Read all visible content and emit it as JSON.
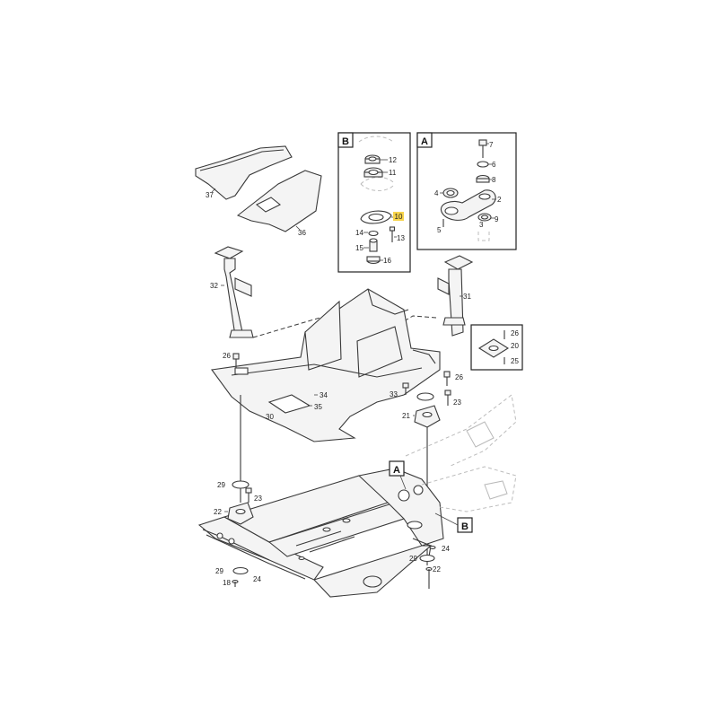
{
  "diagram": {
    "detail_tags": [
      "A",
      "B"
    ],
    "callouts": {
      "c37": "37",
      "c36": "36",
      "c12": "12",
      "c11": "11",
      "c10": "10",
      "c13": "13",
      "c14": "14",
      "c15": "15",
      "c16": "16",
      "c7": "7",
      "c6": "6",
      "c8": "8",
      "c4": "4",
      "c2": "2",
      "c3": "3",
      "c9": "9",
      "c5": "5",
      "c32": "32",
      "c31": "31",
      "c26a": "26",
      "c20": "20",
      "c25": "25",
      "c26b": "26",
      "c26c": "26",
      "c34": "34",
      "c35": "35",
      "c30": "30",
      "c33": "33",
      "c23a": "23",
      "c21": "21",
      "c29a": "29",
      "c23b": "23",
      "c22": "22",
      "c24a": "24",
      "c29b": "29",
      "c22b": "22",
      "c29c": "29",
      "c18": "18",
      "c24b": "24"
    },
    "highlighted_part": "10",
    "highlight_color": "#f7d44c"
  }
}
